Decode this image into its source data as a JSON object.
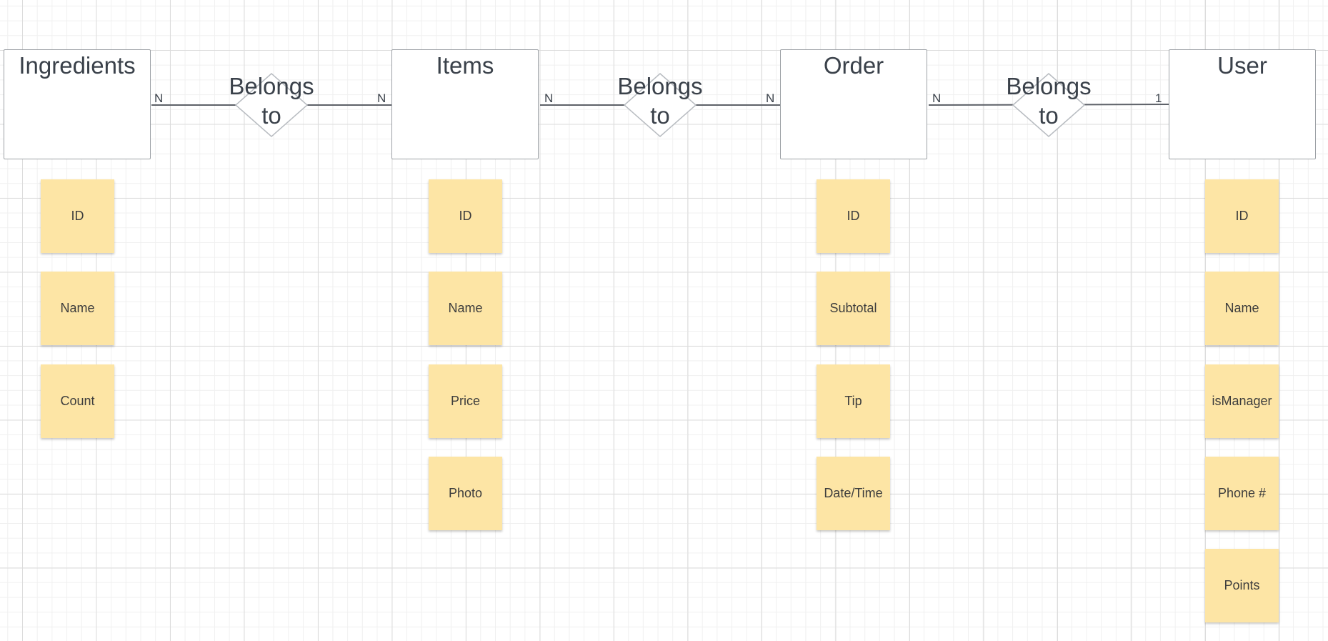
{
  "entities": [
    {
      "name": "Ingredients",
      "attributes": [
        "ID",
        "Name",
        "Count"
      ]
    },
    {
      "name": "Items",
      "attributes": [
        "ID",
        "Name",
        "Price",
        "Photo"
      ]
    },
    {
      "name": "Order",
      "attributes": [
        "ID",
        "Subtotal",
        "Tip",
        "Date/Time"
      ]
    },
    {
      "name": "User",
      "attributes": [
        "ID",
        "Name",
        "isManager",
        "Phone #",
        "Points"
      ]
    }
  ],
  "relationships": [
    {
      "line1": "Belongs",
      "line2": "to",
      "left_card": "N",
      "right_card": "N"
    },
    {
      "line1": "Belongs",
      "line2": "to",
      "left_card": "N",
      "right_card": "N"
    },
    {
      "line1": "Belongs",
      "line2": "to",
      "left_card": "N",
      "right_card": "1"
    }
  ],
  "colors": {
    "note_fill": "#fde5a5",
    "entity_border": "#9da1a6",
    "connector": "#5d6168",
    "text": "#3a414a"
  }
}
